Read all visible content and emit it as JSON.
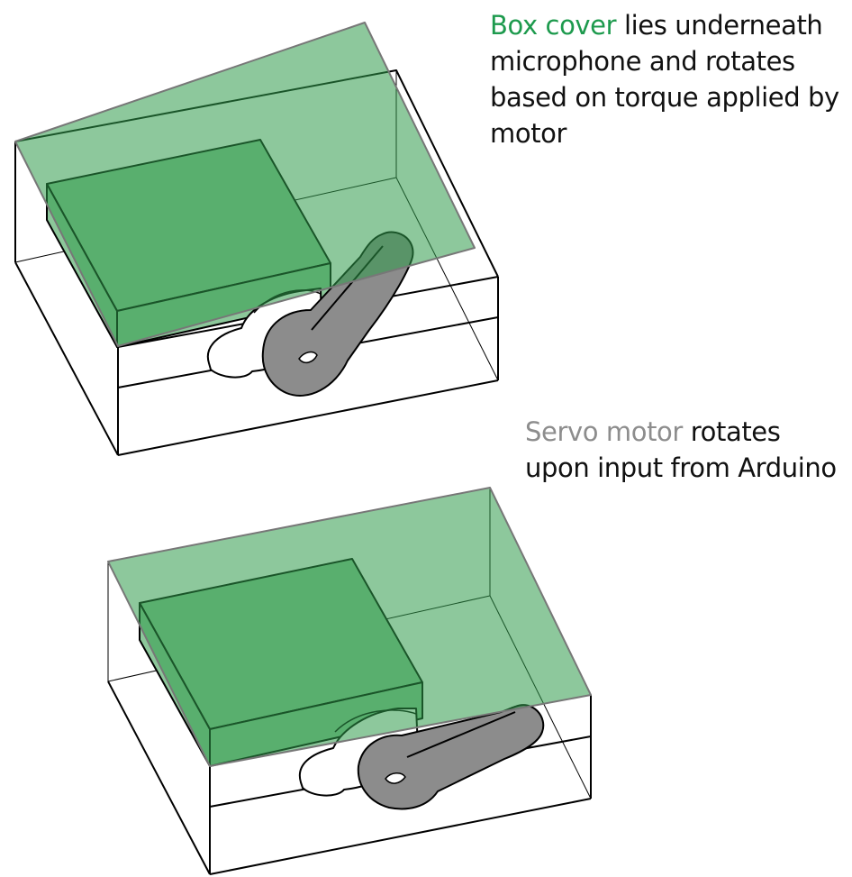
{
  "colors": {
    "box_cover": "#1d9a4d",
    "servo_motor": "#8d8d8d",
    "cover_fill": "#8cc79a",
    "servo_fill": "#8c8c8c",
    "text": "#111111"
  },
  "captions": {
    "cover": {
      "highlight": "Box cover",
      "rest": " lies underneath microphone and rotates based on torque applied by motor"
    },
    "servo": {
      "highlight": "Servo motor",
      "rest": " rotates upon input from Arduino"
    }
  },
  "states": [
    {
      "name": "raised",
      "cover_position": "tilted"
    },
    {
      "name": "lowered",
      "cover_position": "flat"
    }
  ]
}
